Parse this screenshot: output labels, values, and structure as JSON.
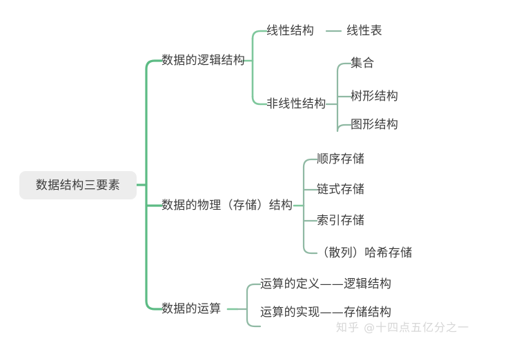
{
  "diagram": {
    "type": "mindmap",
    "title": "数据结构三要素",
    "colors": {
      "trunk": "#5cbb84",
      "branch": "#7ec79c",
      "leaf_connector": "#8fb9a3",
      "node_text": "#3b3b3b",
      "root_fill": "#ededed",
      "background": "#ffffff",
      "watermark": "#d6d6d6"
    },
    "root": {
      "label": "数据结构三要素"
    },
    "branches": [
      {
        "label": "数据的逻辑结构",
        "children": [
          {
            "label": "线性结构",
            "children": [
              {
                "label": "线性表"
              }
            ]
          },
          {
            "label": "非线性结构",
            "children": [
              {
                "label": "集合"
              },
              {
                "label": "树形结构"
              },
              {
                "label": "图形结构"
              }
            ]
          }
        ]
      },
      {
        "label": "数据的物理（存储）结构",
        "children": [
          {
            "label": "顺序存储"
          },
          {
            "label": "链式存储"
          },
          {
            "label": "索引存储"
          },
          {
            "label": "（散列）哈希存储"
          }
        ]
      },
      {
        "label": "数据的运算",
        "children": [
          {
            "label": "运算的定义——逻辑结构"
          },
          {
            "label": "运算的实现——存储结构"
          }
        ]
      }
    ]
  },
  "watermark": {
    "text": "知乎 @十四点五亿分之一"
  }
}
